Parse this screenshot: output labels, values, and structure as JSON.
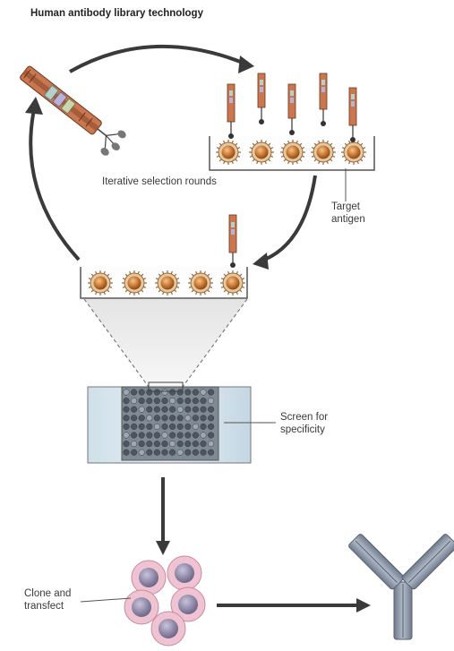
{
  "title": "Human antibody library technology",
  "labels": {
    "iterative": "Iterative selection rounds",
    "target_line1": "Target",
    "target_line2": "antigen",
    "screen_line1": "Screen for",
    "screen_line2": "specificity",
    "clone_line1": "Clone and",
    "clone_line2": "transfect"
  },
  "colors": {
    "phage_body": "#c9774f",
    "phage_dark": "#7d3f26",
    "bead_outer": "#d9a877",
    "bead_inner": "#b8652a",
    "cell_outer": "#e6b3c4",
    "cell_inner": "#9d96b5",
    "antibody": "#8c97a8",
    "plate": "#bcd0de",
    "arrow": "#3a3a3a"
  },
  "icons": [
    "phage-icon",
    "bead-icon",
    "cell-icon",
    "antibody-icon",
    "plate-icon"
  ]
}
